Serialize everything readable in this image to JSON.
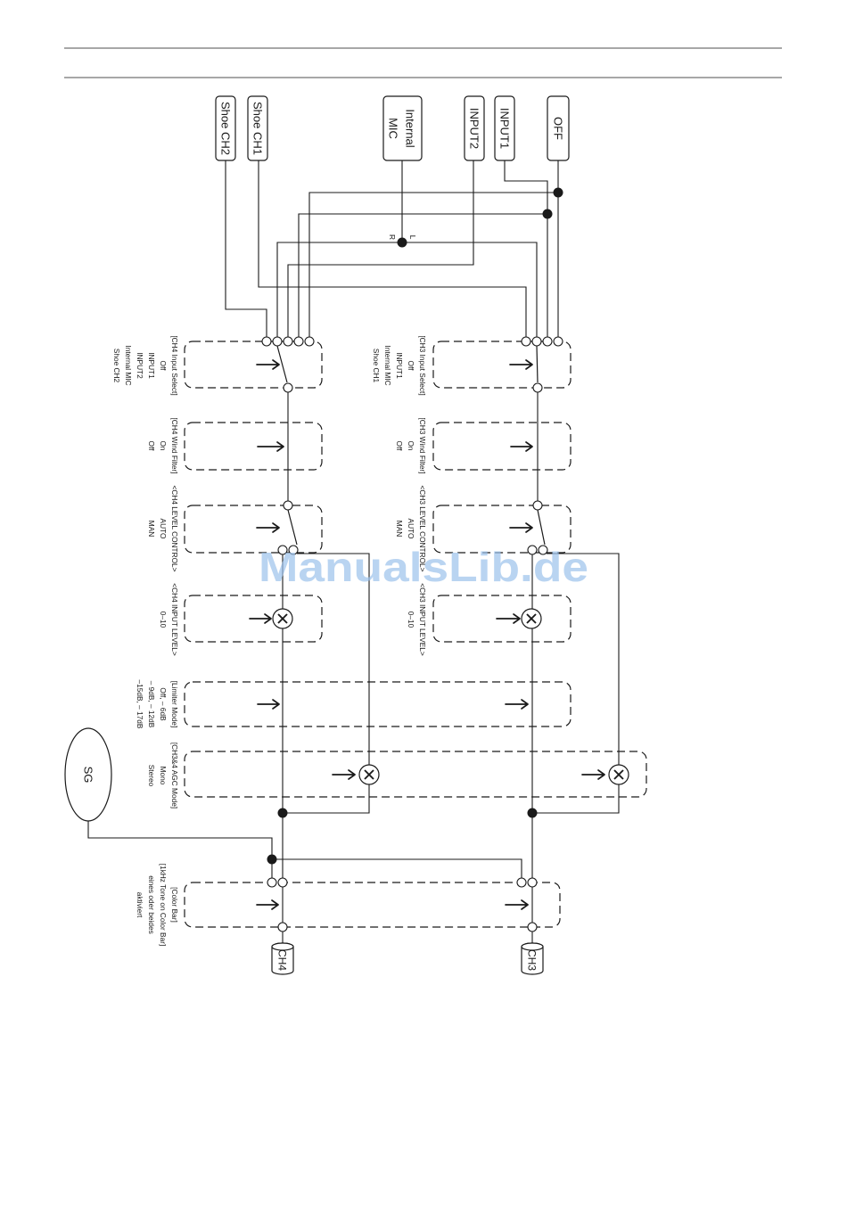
{
  "colors": {
    "line": "#1a1a1a",
    "rule": "#8a8a8a",
    "watermark": "#9cc2ec",
    "background": "#ffffff"
  },
  "sources": {
    "shoe_ch2": "Shoe CH2",
    "shoe_ch1": "Shoe CH1",
    "internal_mic": [
      "Internal",
      "MIC"
    ],
    "input2": "INPUT2",
    "input1": "INPUT1",
    "off": "OFF"
  },
  "mic_channels": {
    "left": "L",
    "right": "R"
  },
  "labels": {
    "ch4_input_select": [
      "[CH4 Input Select]",
      "Off",
      "INPUT1",
      "INPUT2",
      "Internal MIC",
      "Shoe CH2"
    ],
    "ch3_input_select": [
      "[CH3 Input Select]",
      "Off",
      "INPUT1",
      "Internal MIC",
      "Shoe CH1"
    ],
    "ch4_wind_filter": [
      "[CH4 Wind Filter]",
      "On",
      "Off"
    ],
    "ch3_wind_filter": [
      "[CH3 Wind Filter]",
      "On",
      "Off"
    ],
    "ch4_level_control": [
      "<CH4 LEVEL CONTROL>",
      "AUTO",
      "MAN"
    ],
    "ch3_level_control": [
      "<CH3 LEVEL CONTROL>",
      "AUTO",
      "MAN"
    ],
    "ch4_input_level": [
      "<CH4 INPUT LEVEL>",
      "0–10"
    ],
    "ch3_input_level": [
      "<CH3 INPUT LEVEL>",
      "0–10"
    ],
    "limiter_mode": [
      "[Limiter Mode]",
      "Off, – 6dB",
      "– 9dB, – 12dB",
      "–15dB, – 17dB"
    ],
    "agc_mode": [
      "[CH3&4 AGC Mode]",
      "Mono",
      "Stereo"
    ],
    "color_bar": [
      "[Color Bar]",
      "[1kHz Tone on Color Bar]",
      "eines oder beides",
      "aktiviert"
    ]
  },
  "signal_generator": "SG",
  "outputs": {
    "ch4": "CH4",
    "ch3": "CH3"
  },
  "watermark": "ManualsLib.de"
}
